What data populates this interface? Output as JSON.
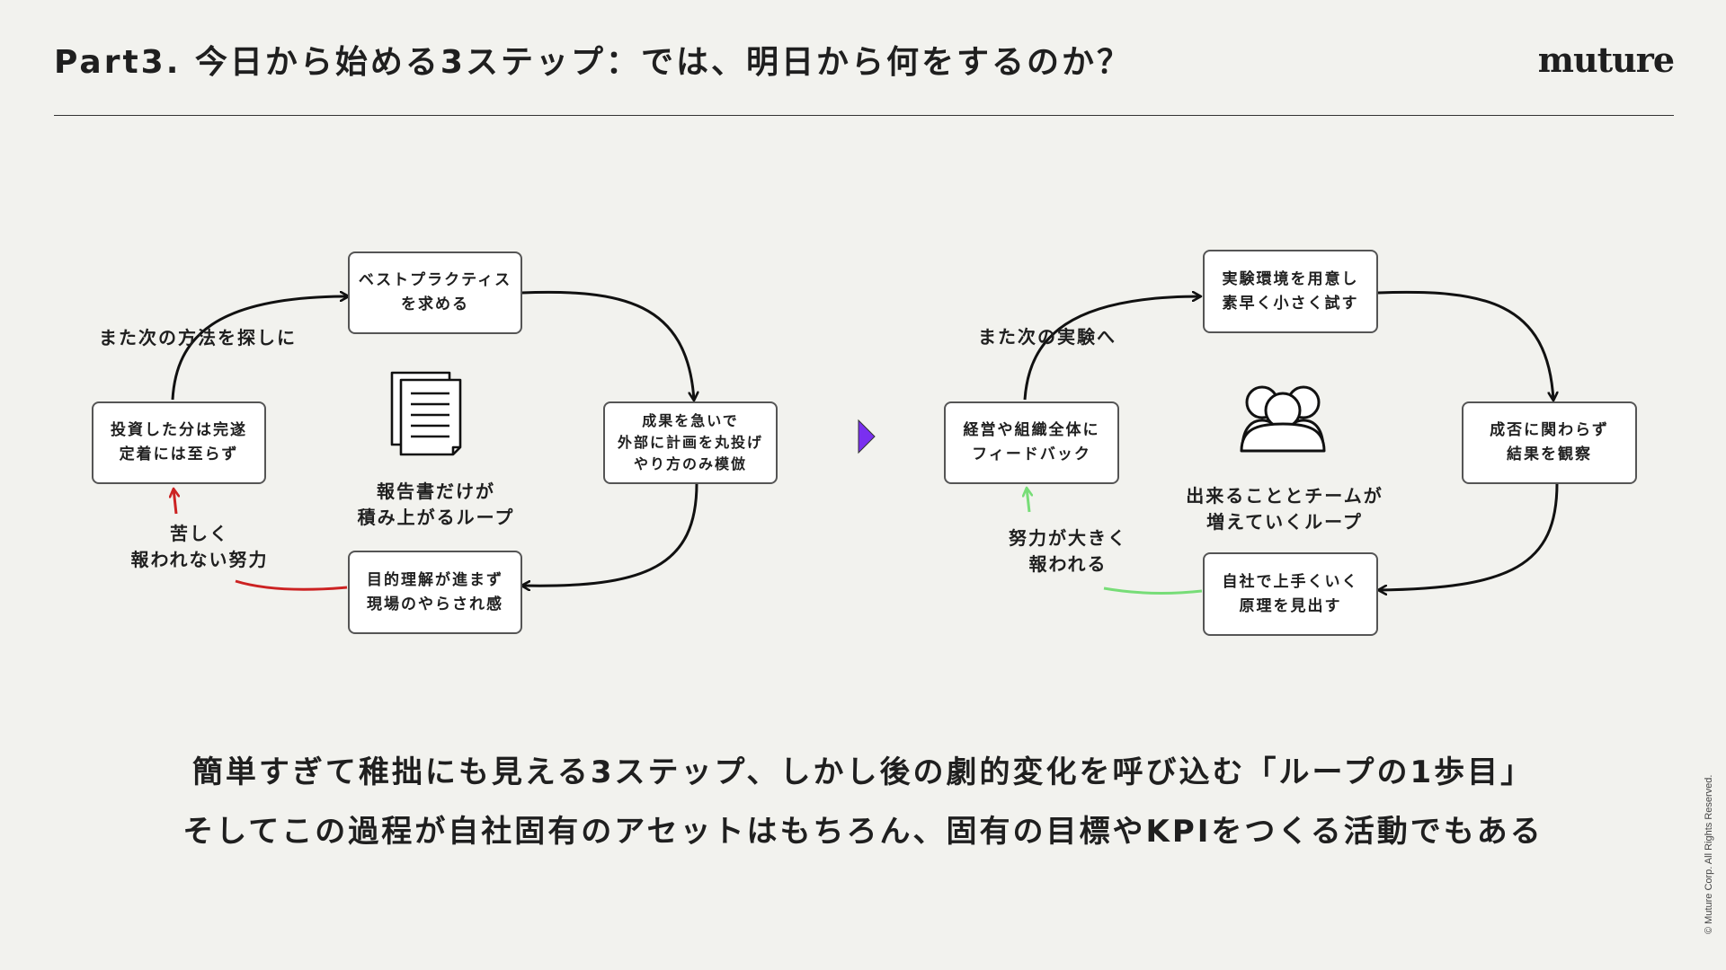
{
  "header": {
    "title": "Part3. 今日から始める3ステップ：では、明日から何をするのか？",
    "logo": "muture"
  },
  "left_loop": {
    "boxes": [
      {
        "line1": "ベストプラクティス",
        "line2": "を求める"
      },
      {
        "line1": "成果を急いで",
        "line2": "外部に計画を丸投げ",
        "line3": "やり方のみ模倣"
      },
      {
        "line1": "目的理解が進まず",
        "line2": "現場のやらされ感"
      },
      {
        "line1": "投資した分は完遂",
        "line2": "定着には至らず"
      }
    ],
    "arc_label": "また次の方法を探しに",
    "effort_label": {
      "line1": "苦しく",
      "line2": "報われない努力"
    },
    "center_label": {
      "line1": "報告書だけが",
      "line2": "積み上がるループ"
    },
    "center_icon": "document-stack-icon",
    "effort_color": "#cc2222"
  },
  "right_loop": {
    "boxes": [
      {
        "line1": "実験環境を用意し",
        "line2": "素早く小さく試す"
      },
      {
        "line1": "成否に関わらず",
        "line2": "結果を観察"
      },
      {
        "line1": "自社で上手くいく",
        "line2": "原理を見出す"
      },
      {
        "line1": "経営や組織全体に",
        "line2": "フィードバック"
      }
    ],
    "arc_label": "また次の実験へ",
    "effort_label": {
      "line1": "努力が大きく",
      "line2": "報われる"
    },
    "center_label": {
      "line1": "出来ることとチームが",
      "line2": "増えていくループ"
    },
    "center_icon": "team-people-icon",
    "effort_color": "#77dd77"
  },
  "divider_icon": "triangle-right-icon",
  "divider_color": "#7a2ff0",
  "bottom_text": {
    "line1": "簡単すぎて稚拙にも見える3ステップ、しかし後の劇的変化を呼び込む「ループの1歩目」",
    "line2": "そしてこの過程が自社固有のアセットはもちろん、固有の目標やKPIをつくる活動でもある"
  },
  "copyright": "© Muture Corp. All Rights Reserved."
}
